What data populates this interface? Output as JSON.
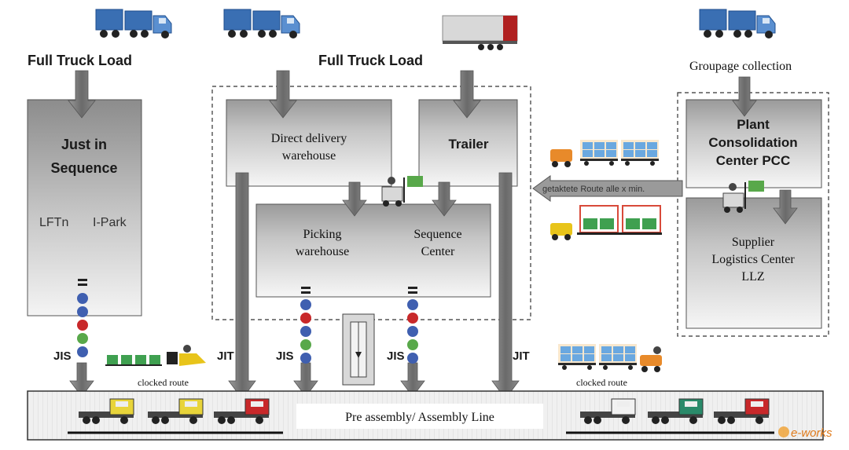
{
  "labels": {
    "full_truck_load_left": "Full Truck Load",
    "full_truck_load_center": "Full Truck Load",
    "groupage_collection": "Groupage collection",
    "jis_title_1": "Just in",
    "jis_title_2": "Sequence",
    "lftn": "LFTn",
    "ipark": "I-Park",
    "direct_delivery_1": "Direct delivery",
    "direct_delivery_2": "warehouse",
    "trailer": "Trailer",
    "picking_1": "Picking",
    "picking_2": "warehouse",
    "sequence_1": "Sequence",
    "sequence_2": "Center",
    "pcc_1": "Plant",
    "pcc_2": "Consolidation",
    "pcc_3": "Center PCC",
    "llz_1": "Supplier",
    "llz_2": "Logistics Center",
    "llz_3": "LLZ",
    "route": "getaktete Route alle x min.",
    "jis_1": "JIS",
    "jit_1": "JIT",
    "jis_2": "JIS",
    "jis_3": "JIS",
    "jit_2": "JIT",
    "clocked_route_left": "clocked route",
    "clocked_route_right": "clocked route",
    "assembly_line": "Pre assembly/ Assembly Line",
    "watermark": "e-works"
  },
  "colors": {
    "box_dark": "#8a8a8a",
    "box_light": "#f2f2f2",
    "arrow": "#707070",
    "truck_blue": "#3a6fb3",
    "ball_blue": "#3f5fb0",
    "ball_red": "#c8282a",
    "ball_green": "#58a84a",
    "forklift": "#e8c41a",
    "track": "#111111"
  },
  "icons": [
    "truck-icon",
    "trailer-icon",
    "tugger-train-icon",
    "forklift-icon",
    "cab-truck-icon",
    "container-icon",
    "elevator-icon",
    "sequence-ball-icon"
  ]
}
